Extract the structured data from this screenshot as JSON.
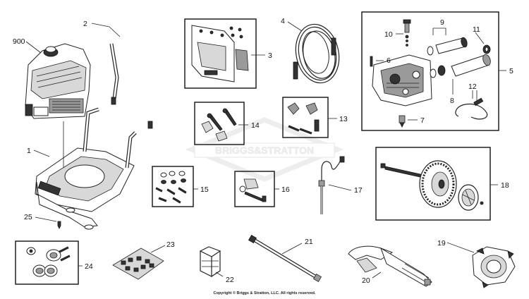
{
  "callouts": {
    "c900": "900",
    "c1": "1",
    "c2": "2",
    "c3": "3",
    "c4": "4",
    "c5": "5",
    "c6": "6",
    "c7": "7",
    "c8": "8",
    "c9": "9",
    "c10": "10",
    "c11": "11",
    "c12": "12",
    "c13": "13",
    "c14": "14",
    "c15": "15",
    "c16": "16",
    "c17": "17",
    "c18": "18",
    "c19": "19",
    "c20": "20",
    "c21": "21",
    "c22": "22",
    "c23": "23",
    "c24": "24",
    "c25": "25"
  },
  "watermark": "BRIGGS&STRATTON",
  "copyright": "Copyright © Briggs & Stratton, LLC. All rights reserved.",
  "colors": {
    "line": "#222222",
    "watermark": "#e4e4e4",
    "background": "#ffffff"
  }
}
